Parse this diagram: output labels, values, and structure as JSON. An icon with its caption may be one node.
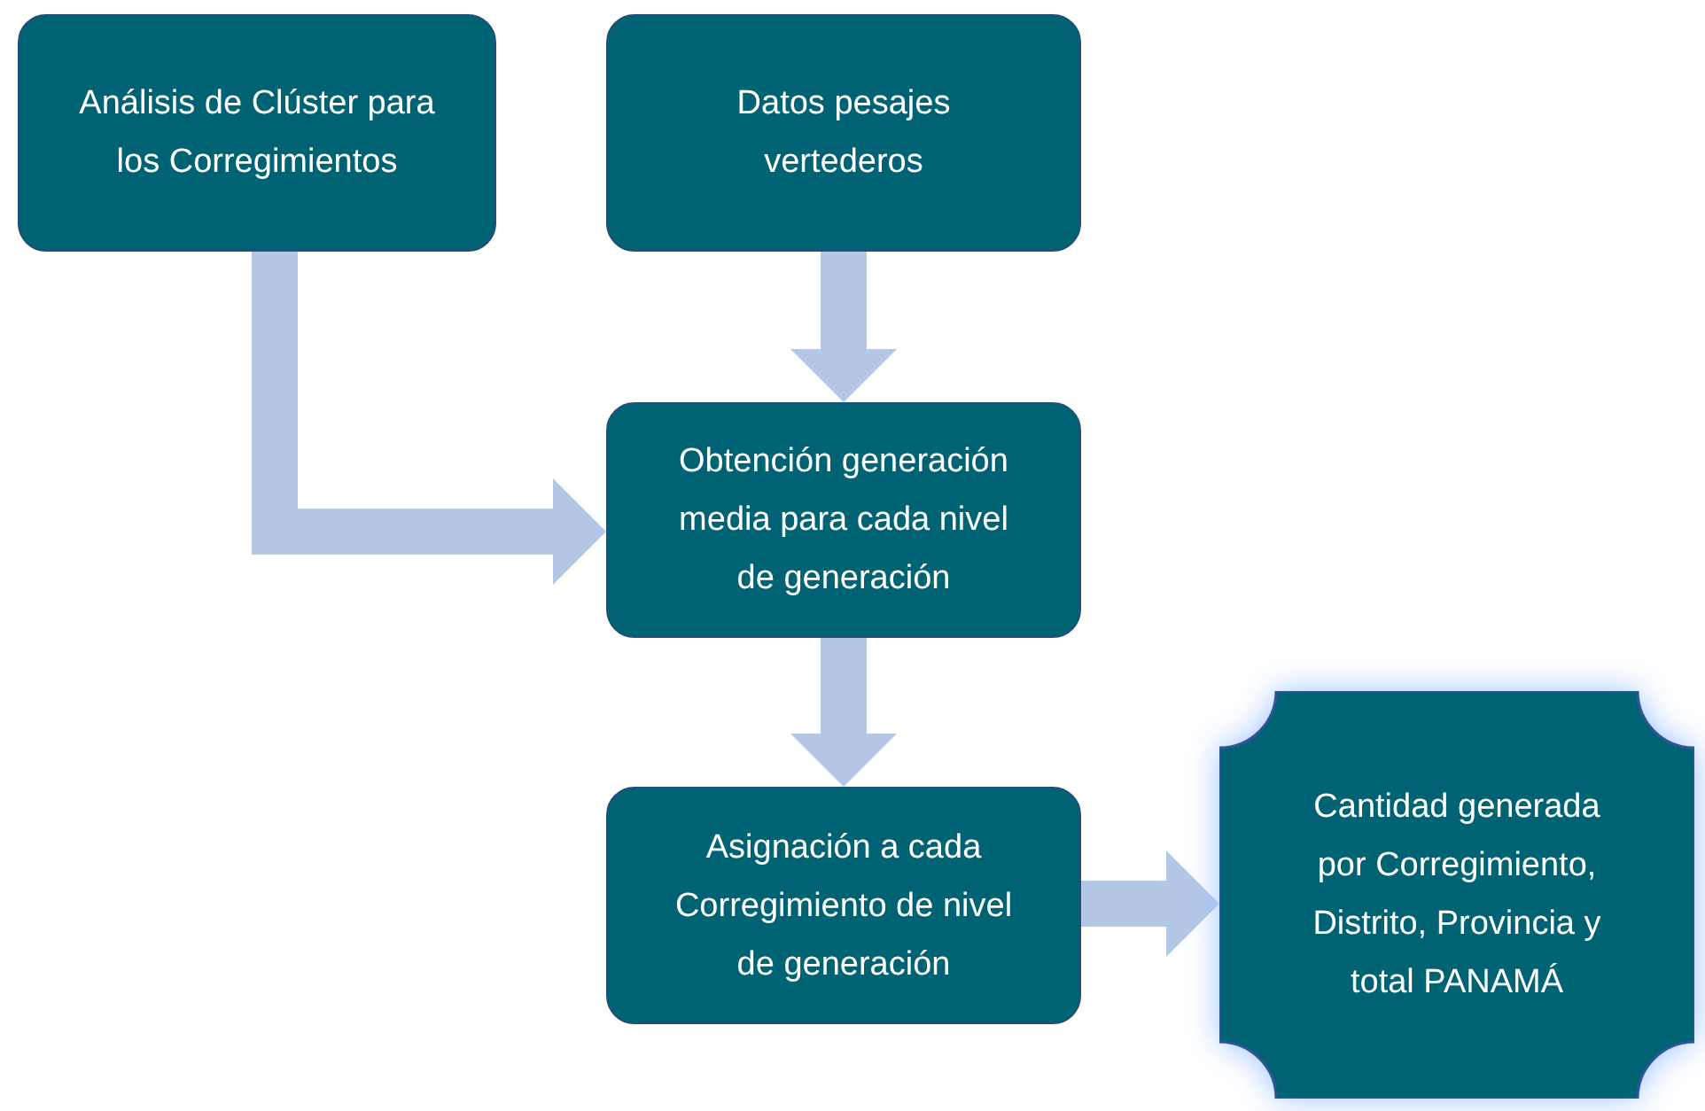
{
  "diagram": {
    "nodes": [
      {
        "text": [
          "Análisis de Clúster para los Corregimientos"
        ]
      },
      {
        "text": [
          "Datos pesajes vertederos"
        ]
      },
      {
        "text": [
          "Obtención generación media para cada nivel de generación"
        ]
      },
      {
        "text": [
          "Asignación a cada Corregimiento de nivel de generación"
        ]
      },
      {
        "text": [
          "Cantidad generada por Corregimiento, Distrito, Provincia y total PANAMÁ"
        ]
      }
    ],
    "edges": [
      {
        "from": 0,
        "to": 2,
        "arrow": "to"
      },
      {
        "from": 1,
        "to": 2,
        "arrow": "to"
      },
      {
        "from": 2,
        "to": 3,
        "arrow": "to"
      },
      {
        "from": 3,
        "to": 4,
        "arrow": "to"
      }
    ]
  }
}
